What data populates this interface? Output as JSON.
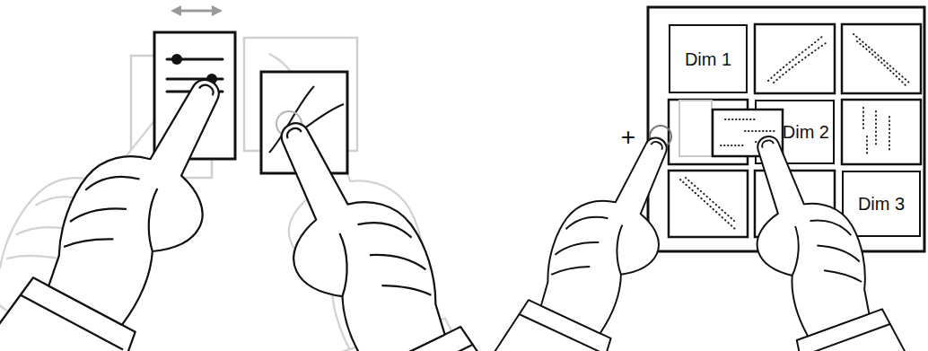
{
  "diagram": {
    "nodes": [
      {
        "text": [
          "Dim 1"
        ]
      },
      {
        "text": [
          "Dim 2"
        ]
      },
      {
        "text": [
          "Dim 3"
        ]
      }
    ],
    "labels": [
      "+"
    ]
  }
}
